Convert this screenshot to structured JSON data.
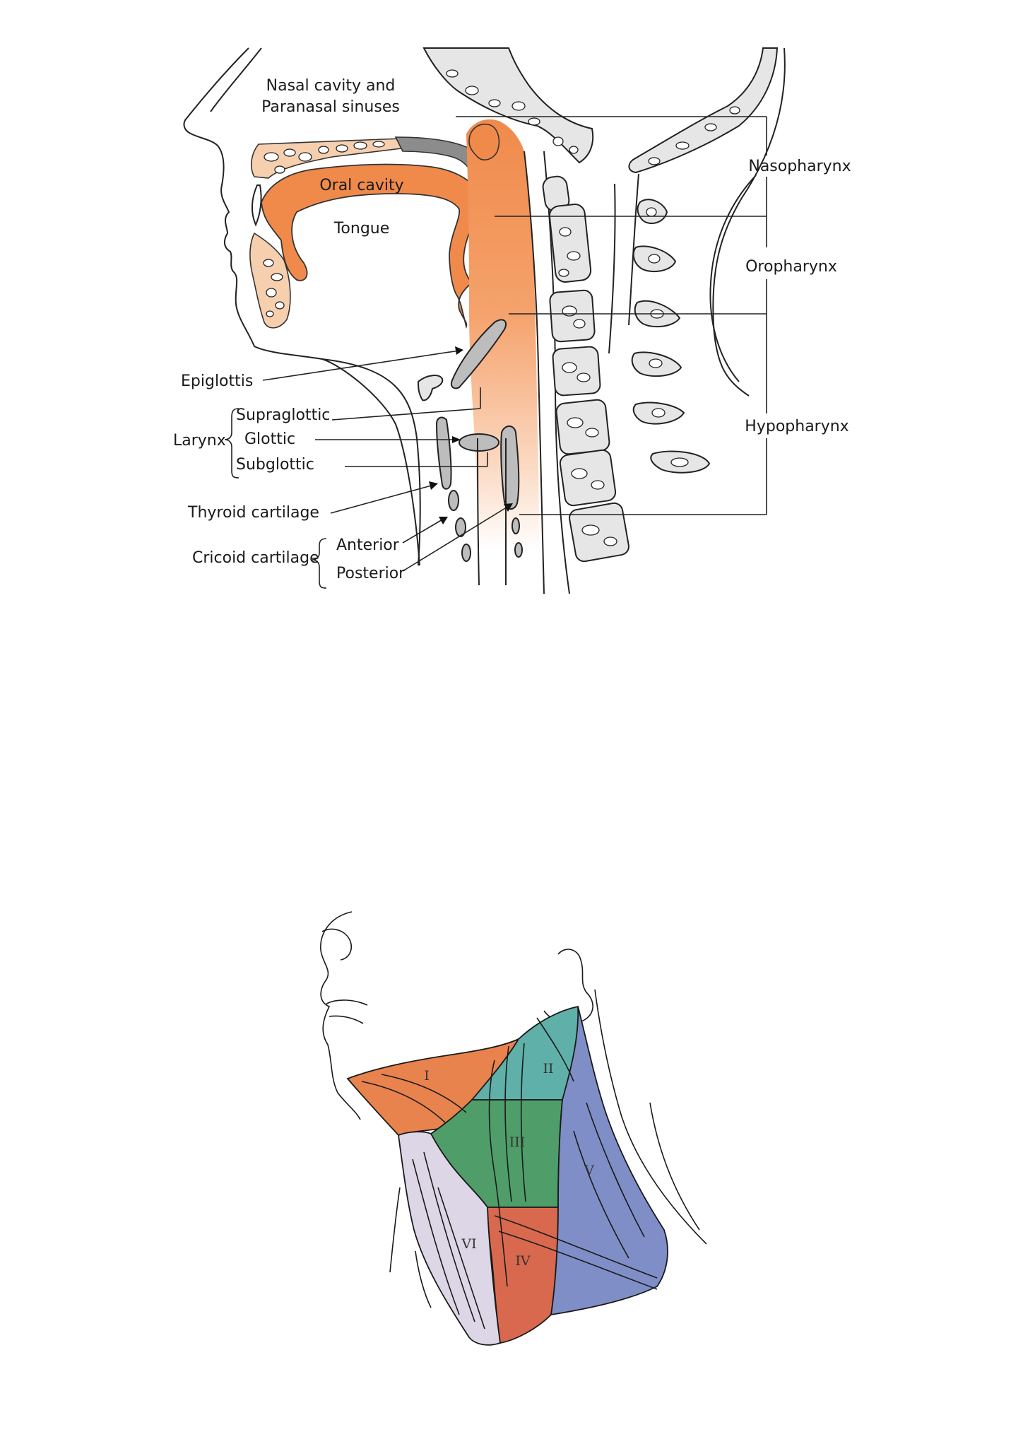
{
  "figure_top": {
    "labels": {
      "nasal_cavity_line1": "Nasal cavity and",
      "nasal_cavity_line2": "Paranasal sinuses",
      "oral_cavity": "Oral cavity",
      "tongue": "Tongue",
      "epiglottis": "Epiglottis",
      "larynx": "Larynx",
      "supraglottic": "Supraglottic",
      "glottic": "Glottic",
      "subglottic": "Subglottic",
      "thyroid_cartilage": "Thyroid cartilage",
      "cricoid_cartilage": "Cricoid cartilage",
      "anterior": "Anterior",
      "posterior": "Posterior",
      "nasopharynx": "Nasopharynx",
      "oropharynx": "Oropharynx",
      "hypopharynx": "Hypopharynx"
    },
    "colors": {
      "pharynx_orange": "#f08a4b",
      "pharynx_fade": "#fde6d6",
      "sinus_tissue": "#f6cfae",
      "palate_gray": "#8c8c8c",
      "bone_gray": "#e6e6e6"
    }
  },
  "figure_bottom": {
    "levels": {
      "level_1": "I",
      "level_2": "II",
      "level_3": "III",
      "level_4": "IV",
      "level_5": "V",
      "level_6": "VI"
    },
    "colors": {
      "level_1": "#e8834e",
      "level_2": "#5fb0a8",
      "level_3": "#4f9e6a",
      "level_4": "#d8694f",
      "level_5": "#7f8ec6",
      "level_6": "#ddd6e6"
    }
  }
}
